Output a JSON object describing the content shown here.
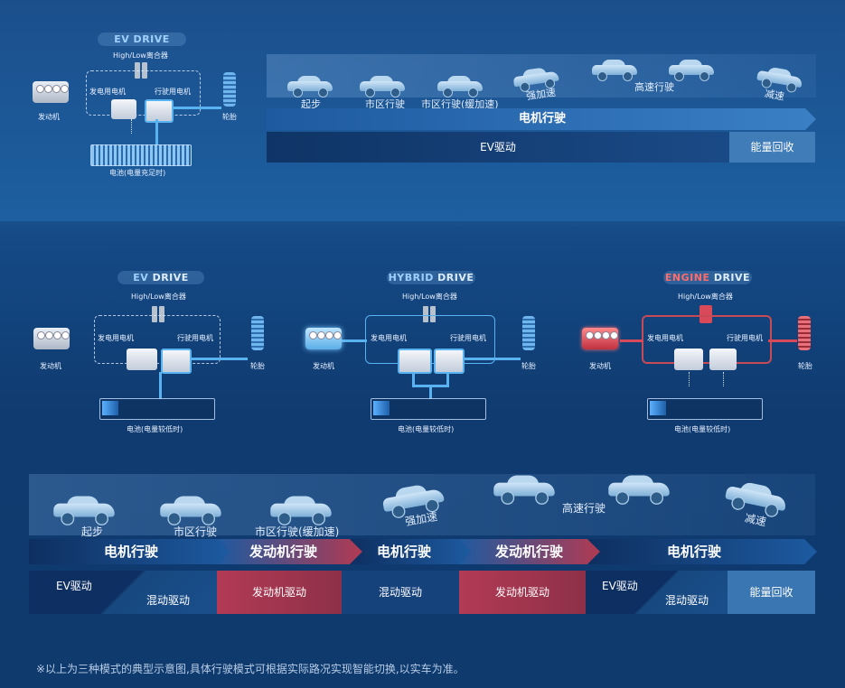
{
  "top": {
    "mode_label": "EV DRIVE",
    "clutch": "High/Low离合器",
    "generator": "发电用电机",
    "drive_motor": "行驶用电机",
    "engine": "发动机",
    "tire": "轮胎",
    "battery": "电池(电量充足时)",
    "timeline": {
      "stages": [
        "起步",
        "市区行驶",
        "市区行驶(缓加速)",
        "强加速",
        "高速行驶",
        "减速"
      ],
      "motor_bar": "电机行驶",
      "ev_drive": "EV驱动",
      "regen": "能量回收"
    }
  },
  "diagrams": [
    {
      "mode_a": "EV",
      "mode_b": "DRIVE",
      "clutch": "High/Low离合器",
      "generator": "发电用电机",
      "drive_motor": "行驶用电机",
      "engine": "发动机",
      "tire": "轮胎",
      "battery": "电池(电量较低时)"
    },
    {
      "mode_a": "HYBRID",
      "mode_b": "DRIVE",
      "clutch": "High/Low离合器",
      "generator": "发电用电机",
      "drive_motor": "行驶用电机",
      "engine": "发动机",
      "tire": "轮胎",
      "battery": "电池(电量较低时)"
    },
    {
      "mode_a": "ENGINE",
      "mode_b": "DRIVE",
      "clutch": "High/Low离合器",
      "generator": "发电用电机",
      "drive_motor": "行驶用电机",
      "engine": "发动机",
      "tire": "轮胎",
      "battery": "电池(电量较低时)"
    }
  ],
  "bottom": {
    "stages": [
      "起步",
      "市区行驶",
      "市区行驶(缓加速)",
      "强加速",
      "高速行驶",
      "减速"
    ],
    "bars": [
      "电机行驶",
      "发动机行驶",
      "电机行驶",
      "发动机行驶",
      "电机行驶"
    ],
    "segments": {
      "ev1": "EV驱动",
      "hybrid1": "混动驱动",
      "engine1": "发动机驱动",
      "hybrid2": "混动驱动",
      "engine2": "发动机驱动",
      "ev2": "EV驱动",
      "hybrid3": "混动驱动",
      "regen": "能量回收"
    }
  },
  "footnote": "※以上为三种模式的典型示意图,具体行驶模式可根据实际路况实现智能切换,以实车为准。",
  "colors": {
    "accent_blue": "#59b3f0",
    "accent_red": "#d84a5a",
    "engine_segment": "#a8394d"
  }
}
